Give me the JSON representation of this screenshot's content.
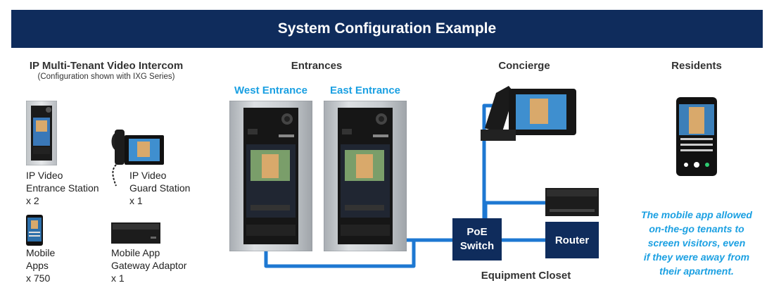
{
  "banner": {
    "title": "System Configuration Example"
  },
  "sections": {
    "intercom": {
      "title": "IP Multi-Tenant Video Intercom",
      "subtitle": "(Configuration shown with IXG Series)"
    },
    "entrances": {
      "title": "Entrances",
      "west": "West Entrance",
      "east": "East Entrance"
    },
    "concierge": {
      "title": "Concierge"
    },
    "residents": {
      "title": "Residents"
    },
    "closet": {
      "title": "Equipment Closet"
    }
  },
  "devices": {
    "entrance_station": {
      "line1": "IP Video",
      "line2": "Entrance Station",
      "qty": "x 2"
    },
    "guard_station": {
      "line1": "IP Video",
      "line2": "Guard Station",
      "qty": "x 1"
    },
    "mobile_apps": {
      "line1": "Mobile",
      "line2": "Apps",
      "qty": "x 750"
    },
    "gateway": {
      "line1": "Mobile App",
      "line2": "Gateway Adaptor",
      "qty": "x 1"
    }
  },
  "equipment": {
    "switch_line1": "PoE",
    "switch_line2": "Switch",
    "router": "Router"
  },
  "note": {
    "line1": "The mobile app allowed",
    "line2": "on-the-go tenants to",
    "line3": "screen visitors, even",
    "line4": "if they were away from",
    "line5": "their apartment."
  },
  "colors": {
    "navy": "#0f2c5c",
    "accent_blue": "#1ba0e2",
    "wire_blue": "#1e78d2"
  }
}
